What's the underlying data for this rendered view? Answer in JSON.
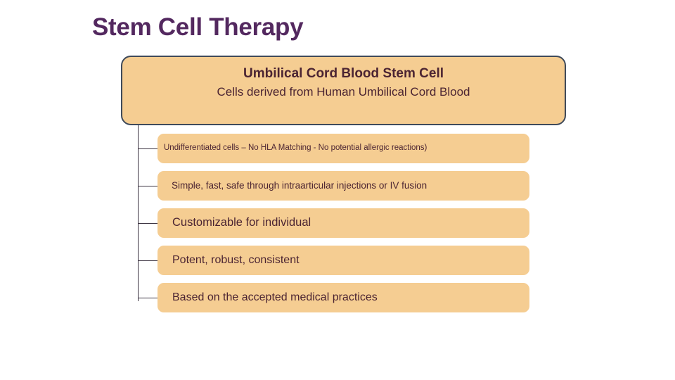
{
  "slide": {
    "title": "Stem Cell Therapy"
  },
  "header_node": {
    "title": "Umbilical Cord Blood Stem Cell",
    "subtitle": "Cells derived from Human Umbilical Cord Blood",
    "fill_color": "#f5cd92",
    "border_color": "#3f4a5a",
    "text_color": "#4b2432"
  },
  "features": [
    {
      "label": "Undifferentiated cells – No HLA Matching - No potential allergic reactions)"
    },
    {
      "label": "Simple, fast, safe through intraarticular injections or IV fusion"
    },
    {
      "label": "Customizable for individual"
    },
    {
      "label": "Potent, robust, consistent"
    },
    {
      "label": "Based on the accepted medical practices"
    }
  ],
  "theme": {
    "title_color": "#53285f",
    "box_fill": "#f5cd92",
    "box_text": "#4b2432",
    "connector_color": "#3b3340",
    "background": "#ffffff"
  }
}
